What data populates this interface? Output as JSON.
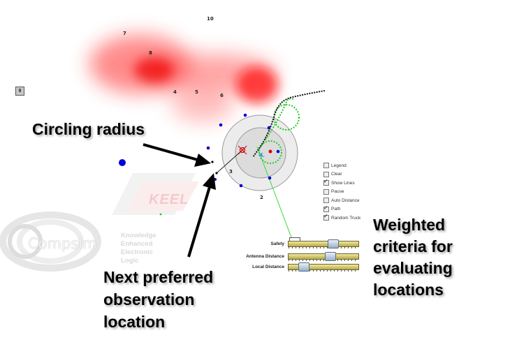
{
  "map": {
    "node_numbers": [
      "10",
      "7",
      "8",
      "4",
      "5",
      "6",
      "3",
      "2"
    ],
    "box_label": "9"
  },
  "controls": {
    "checkboxes": [
      {
        "label": "Legend",
        "checked": false
      },
      {
        "label": "Clear",
        "checked": false
      },
      {
        "label": "Show Lines",
        "checked": true
      },
      {
        "label": "Pause",
        "checked": false
      },
      {
        "label": "Auto Distance",
        "checked": false
      },
      {
        "label": "Path",
        "checked": true
      },
      {
        "label": "Random Truck",
        "checked": true
      }
    ]
  },
  "sliders": [
    {
      "label": "Safety",
      "value": 0.67
    },
    {
      "label": "Antenna Distance",
      "value": 0.62
    },
    {
      "label": "Local Distance",
      "value": 0.17
    }
  ],
  "logos": {
    "keel": "KEEL",
    "keel_lines": [
      "Knowledge",
      "Enhanced",
      "Electronic",
      "Logic"
    ],
    "compsim": "Compsim"
  },
  "callouts": {
    "circling_radius": "Circling radius",
    "next_location": [
      "Next preferred",
      "observation",
      "location"
    ],
    "weighted": [
      "Weighted",
      "criteria for",
      "evaluating",
      "locations"
    ]
  },
  "colors": {
    "heat": "#ff0000",
    "node": "#0000dd",
    "path": "#111111",
    "circle_path": "#22cc22",
    "sightline": "#33dd33"
  }
}
